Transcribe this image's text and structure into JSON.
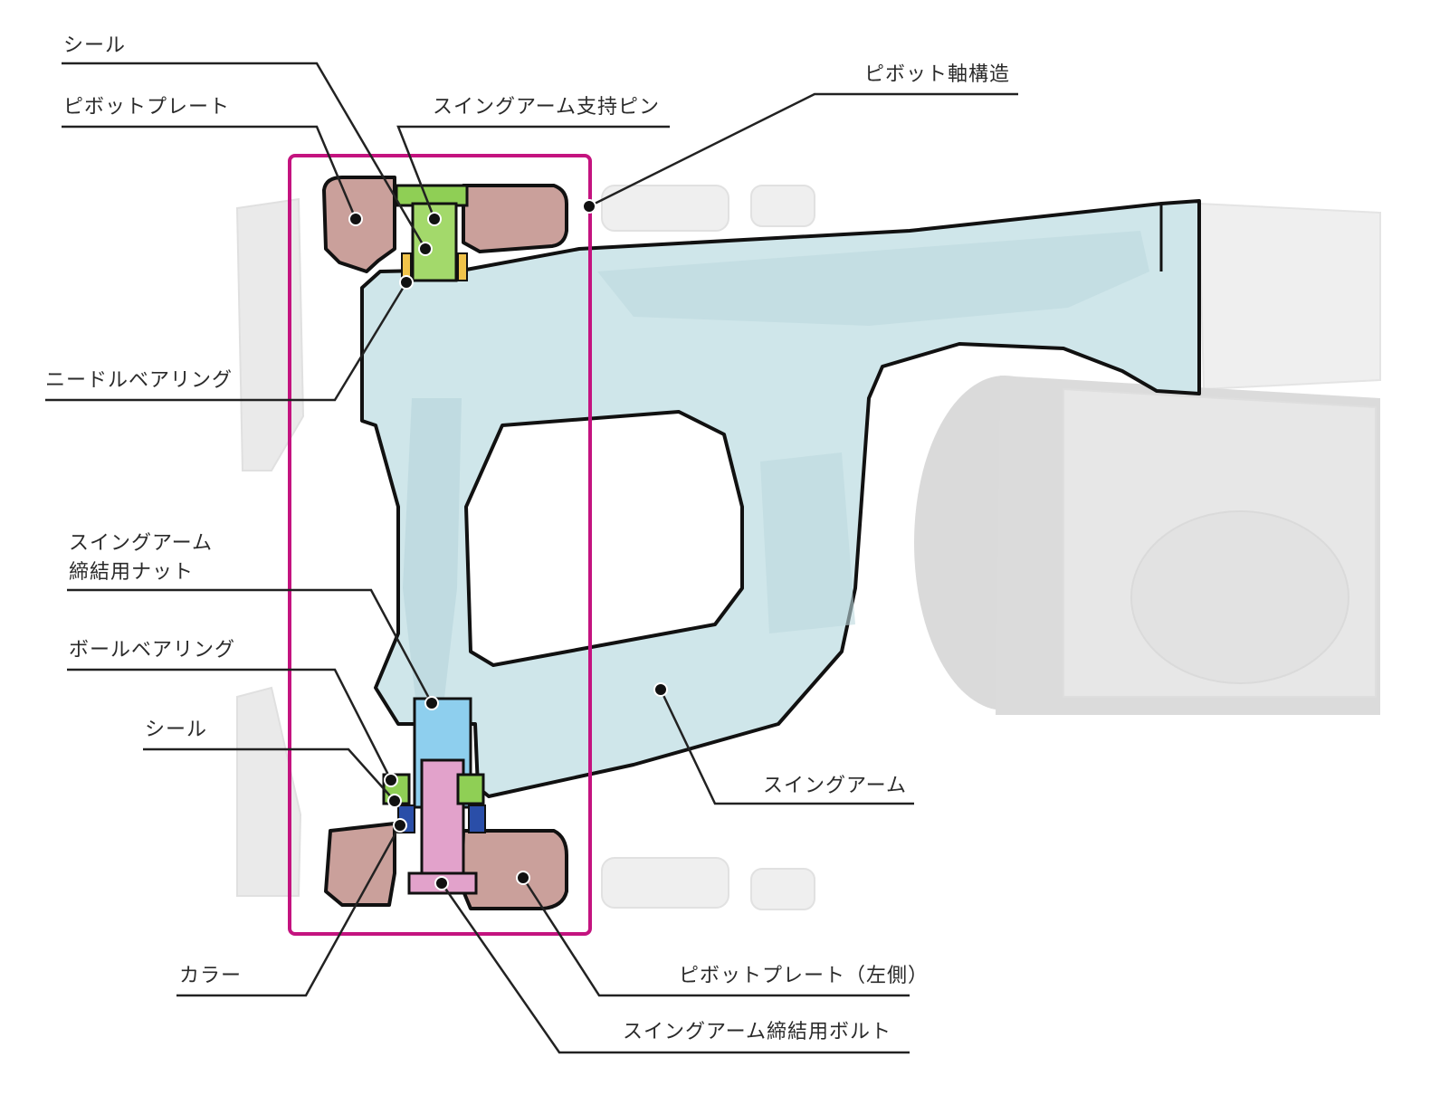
{
  "labels": {
    "seal_top": "シール",
    "pivot_plate": "ピボットプレート",
    "swingarm_pin": "スイングアーム支持ピン",
    "pivot_structure": "ピボット軸構造",
    "needle_bearing": "ニードルベアリング",
    "nut_line1": "スイングアーム",
    "nut_line2": "締結用ナット",
    "ball_bearing": "ボールベアリング",
    "seal_bottom": "シール",
    "swingarm": "スイングアーム",
    "collar": "カラー",
    "pivot_plate_left": "ピボットプレート（左側）",
    "swingarm_bolt": "スイングアーム締結用ボルト"
  },
  "colors": {
    "frame_box": "#c4137f",
    "swingarm": "#cfe6ea",
    "pivot_plate": "#caa09b",
    "pin": "#8fcf55",
    "bolt": "#e2a2cb",
    "nut": "#8ecfee",
    "leader": "#222222",
    "ghost": "#d6d6d6"
  }
}
